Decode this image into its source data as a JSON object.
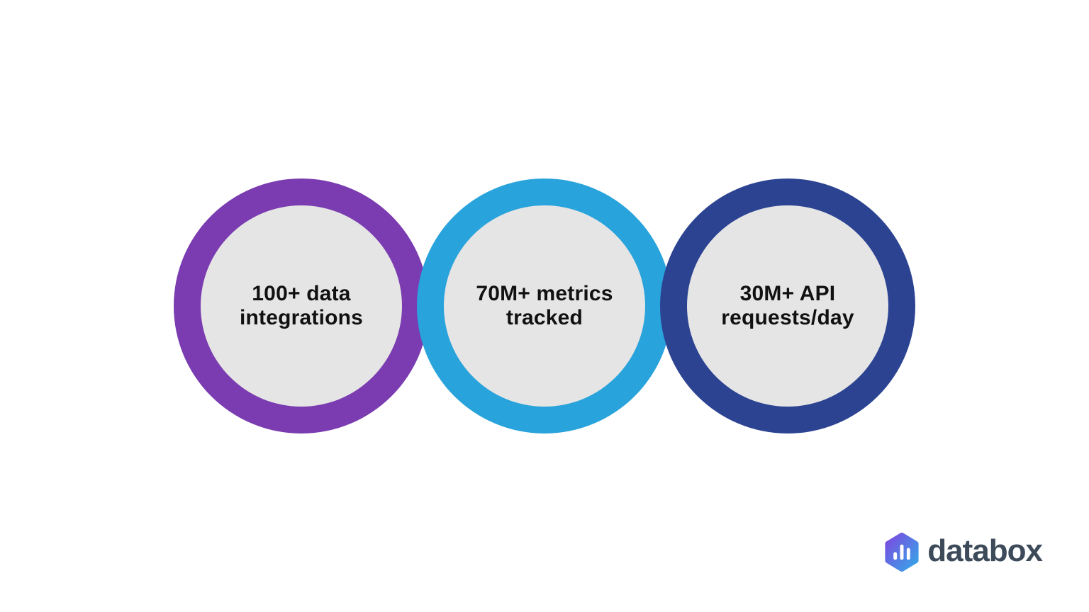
{
  "background_color": "#ffffff",
  "inner_circle_color": "#e5e5e5",
  "text_color": "#111111",
  "stats": [
    {
      "label": "100+ data\nintegrations",
      "ring_color": "#7a3cb0"
    },
    {
      "label": "70M+ metrics\ntracked",
      "ring_color": "#29a3db"
    },
    {
      "label": "30M+ API\nrequests/day",
      "ring_color": "#2c4392"
    }
  ],
  "logo": {
    "wordmark": "databox",
    "wordmark_color": "#3c4a5a",
    "icon_gradient_start": "#7c4be0",
    "icon_gradient_end": "#35a6e8",
    "icon_bar_color": "#ffffff"
  }
}
